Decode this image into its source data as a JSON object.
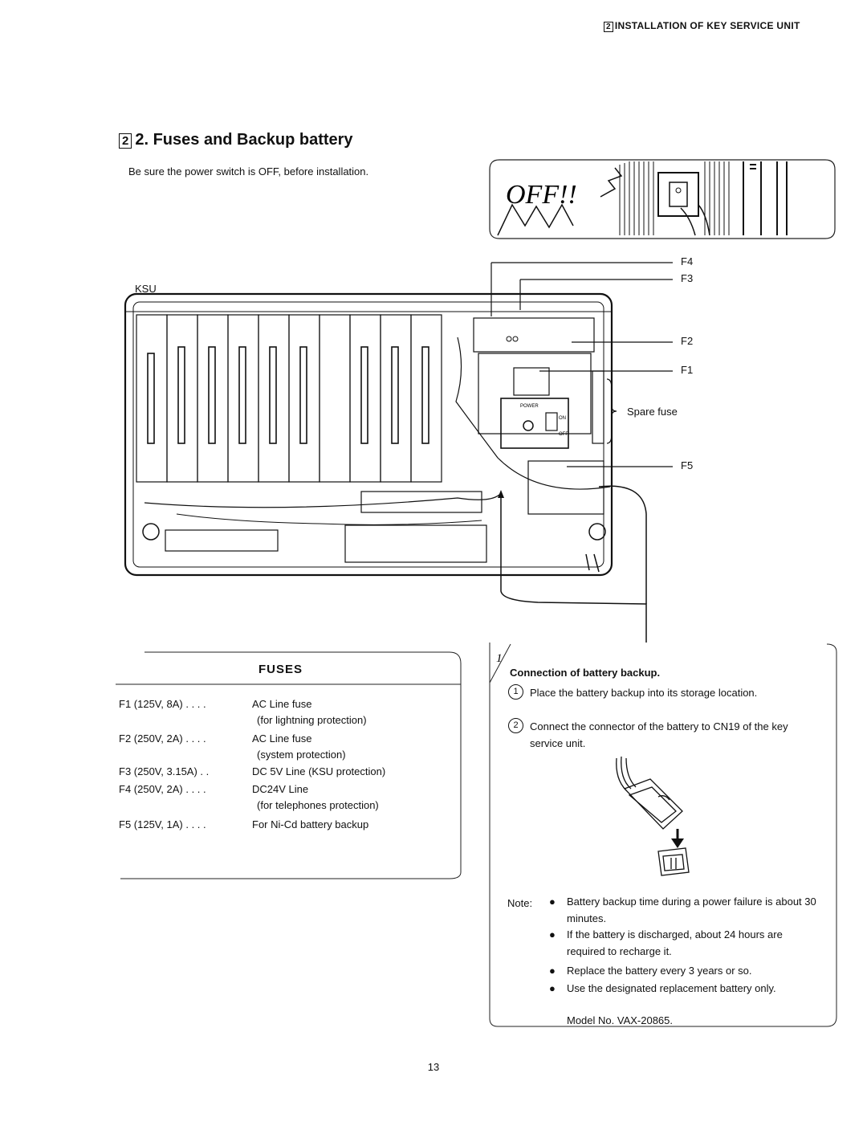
{
  "header": {
    "section_num": "2",
    "title": "INSTALLATION OF KEY SERVICE UNIT"
  },
  "section": {
    "num": "2",
    "title": "2. Fuses and Backup battery"
  },
  "warning": "Be sure the power switch is OFF, before installation.",
  "off_callout": {
    "text": "OFF!!"
  },
  "diagram": {
    "ksu_label": "KSU",
    "fuse_labels": [
      "F4",
      "F3",
      "F2",
      "F1",
      "F5"
    ],
    "spare_fuse": "Spare fuse",
    "power_label": "POWER",
    "on_label": "ON",
    "off_label": "OFF"
  },
  "fuses": {
    "title": "FUSES",
    "rows": [
      {
        "spec": "F1 (125V, 8A) . . . .",
        "desc": "AC Line fuse",
        "sub": "(for lightning protection)"
      },
      {
        "spec": "F2 (250V, 2A) . . . .",
        "desc": "AC Line fuse",
        "sub": "(system protection)"
      },
      {
        "spec": "F3 (250V, 3.15A) . .",
        "desc": "DC 5V Line (KSU protection)",
        "sub": ""
      },
      {
        "spec": "F4 (250V, 2A) . . . .",
        "desc": "DC24V Line",
        "sub": "(for telephones protection)"
      },
      {
        "spec": "F5 (125V, 1A) . . . .",
        "desc": "For Ni-Cd battery backup",
        "sub": ""
      }
    ]
  },
  "battery": {
    "corner_mark": "1",
    "title": "Connection of battery backup.",
    "step1_num": "1",
    "step1": "Place the battery backup into its storage location.",
    "step2_num": "2",
    "step2": "Connect the connector of the battery to CN19 of the key service unit.",
    "note_label": "Note:",
    "notes": [
      "Battery backup time during a power failure is about 30 minutes.",
      "If the battery is discharged, about 24 hours are required to recharge it.",
      "Replace the battery every 3 years or so.",
      "Use the designated replacement battery only."
    ],
    "model": "Model No. VAX-20865."
  },
  "page_number": "13"
}
